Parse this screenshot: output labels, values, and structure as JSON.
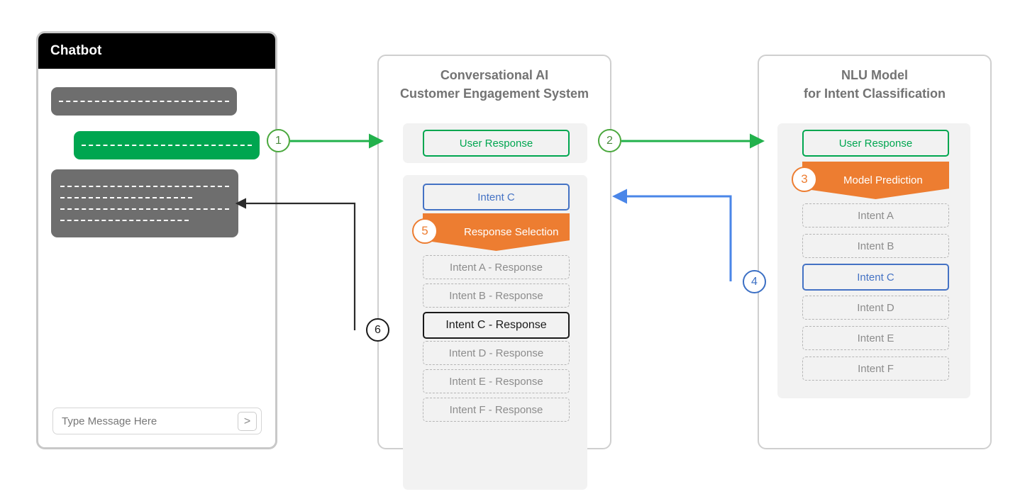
{
  "diagram": {
    "title": "Conversational AI chatbot intent classification flow",
    "colors": {
      "green": "#00a650",
      "orange": "#ed7d31",
      "blue": "#4472c4",
      "gray": "#6e6e6e",
      "black": "#000000",
      "panel_border": "#cfcfcf",
      "group_bg": "#f2f2f2",
      "dashed_cell_text": "#8c8c8c"
    }
  },
  "chatbot": {
    "header_title": "Chatbot",
    "messages": [
      {
        "id": "bot-msg-1",
        "sender": "bot",
        "lines": 1,
        "line_widths": [
          "100%"
        ]
      },
      {
        "id": "user-msg-1",
        "sender": "user",
        "lines": 1,
        "line_widths": [
          "100%"
        ]
      },
      {
        "id": "bot-msg-2",
        "sender": "bot",
        "lines": 4,
        "line_widths": [
          "100%",
          "78%",
          "100%",
          "76%"
        ]
      }
    ],
    "input": {
      "placeholder": "Type Message Here",
      "value": "",
      "send_icon": ">",
      "send_icon_name": "send-chevron-icon"
    }
  },
  "ai_system": {
    "title": "Conversational AI\nCustomer Engagement System",
    "user_response_box": "User Response",
    "intent_box": "Intent  C",
    "banner": {
      "step": "5",
      "label": "Response Selection"
    },
    "responses": [
      {
        "label": "Intent A - Response",
        "state": "inactive"
      },
      {
        "label": "Intent B - Response",
        "state": "inactive"
      },
      {
        "label": "Intent C - Response",
        "state": "selected"
      },
      {
        "label": "Intent D - Response",
        "state": "inactive"
      },
      {
        "label": "Intent E - Response",
        "state": "inactive"
      },
      {
        "label": "Intent F - Response",
        "state": "inactive"
      }
    ]
  },
  "nlu_model": {
    "title": "NLU Model\nfor Intent Classification",
    "user_response_box": "User Response",
    "banner": {
      "step": "3",
      "label": "Model Prediction"
    },
    "intents": [
      {
        "label": "Intent A",
        "state": "inactive"
      },
      {
        "label": "Intent B",
        "state": "inactive"
      },
      {
        "label": "Intent C",
        "state": "predicted"
      },
      {
        "label": "Intent D",
        "state": "inactive"
      },
      {
        "label": "Intent E",
        "state": "inactive"
      },
      {
        "label": "Intent F",
        "state": "inactive"
      }
    ]
  },
  "steps": [
    {
      "number": "1",
      "color": "green",
      "from": "chatbot",
      "to": "ai_system"
    },
    {
      "number": "2",
      "color": "green",
      "from": "ai_system",
      "to": "nlu_model"
    },
    {
      "number": "3",
      "color": "orange",
      "at": "nlu_model.banner"
    },
    {
      "number": "4",
      "color": "blue",
      "from": "nlu_model",
      "to": "ai_system"
    },
    {
      "number": "5",
      "color": "orange",
      "at": "ai_system.banner"
    },
    {
      "number": "6",
      "color": "dark",
      "from": "ai_system",
      "to": "chatbot"
    }
  ]
}
